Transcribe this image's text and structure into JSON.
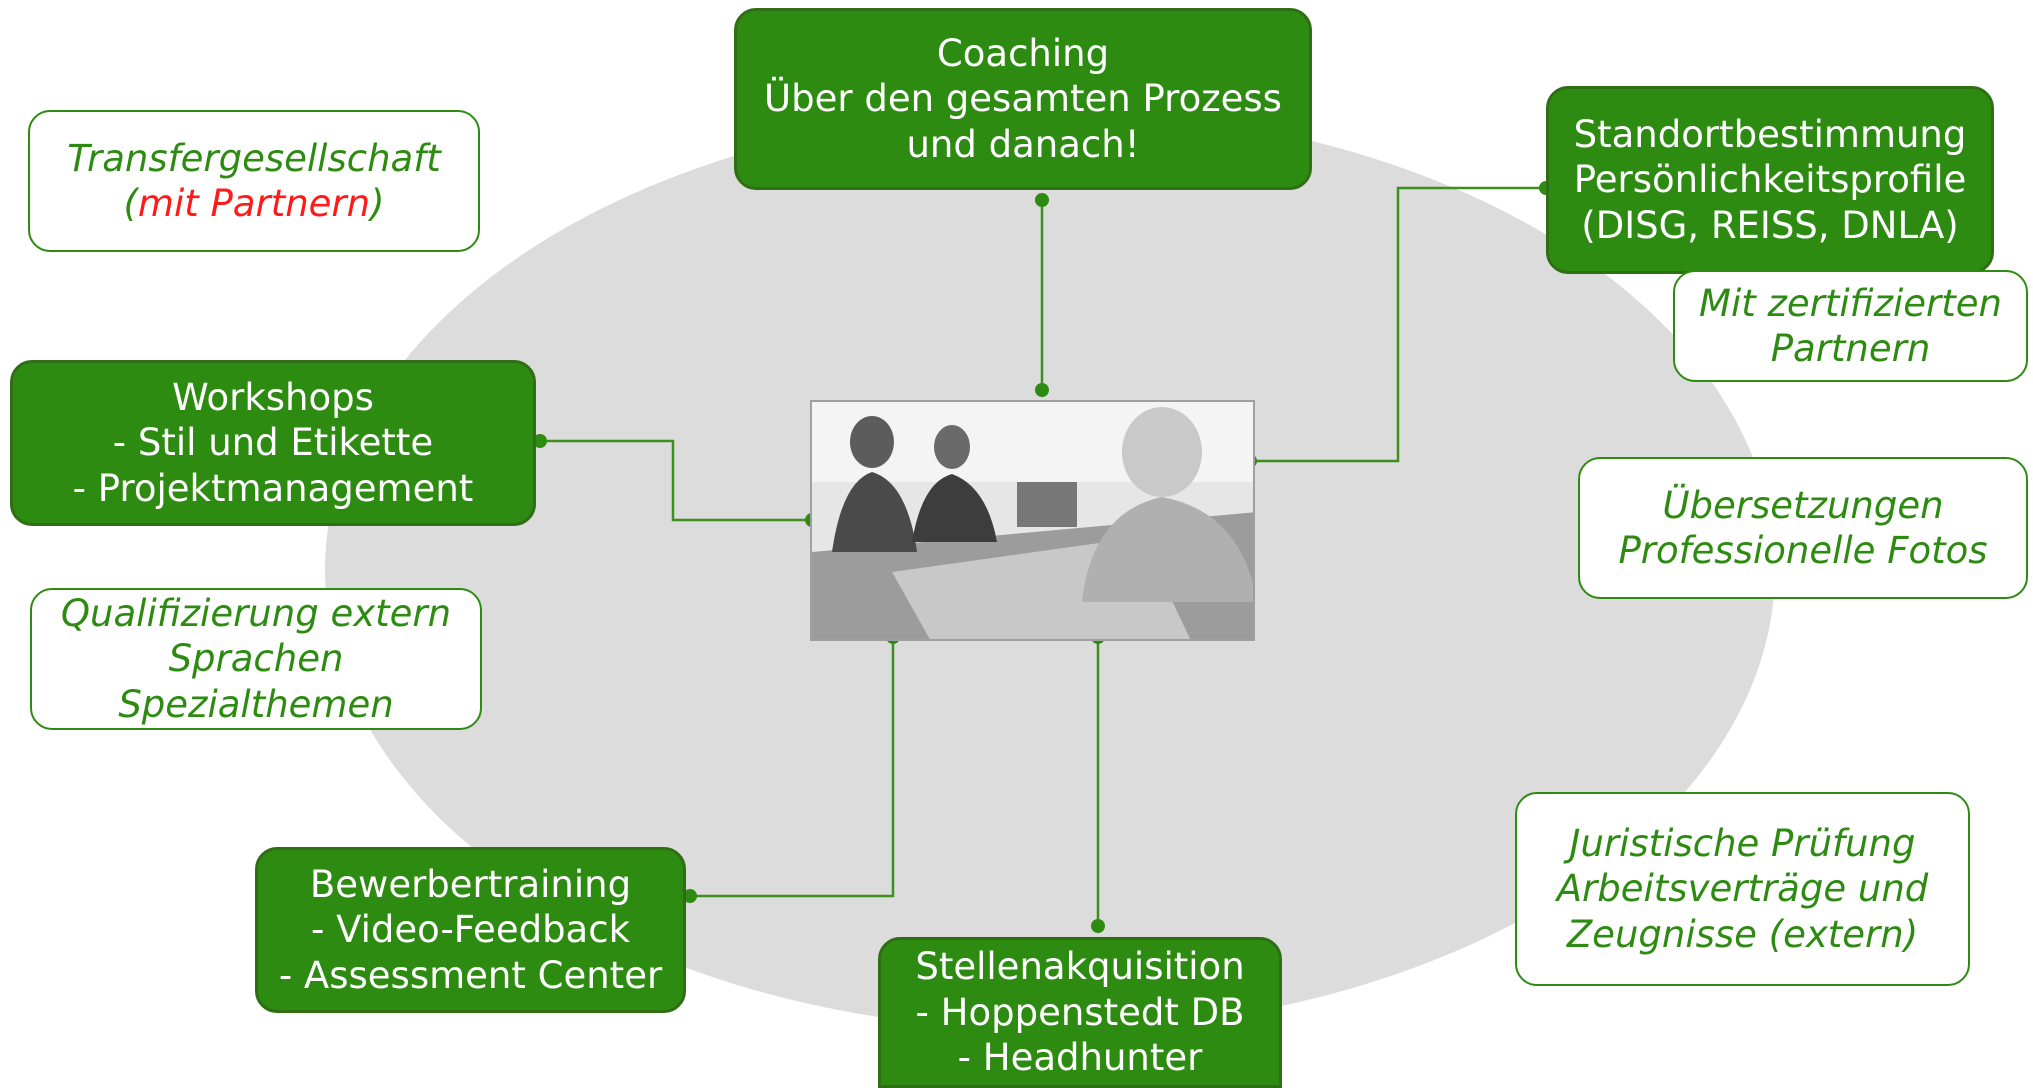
{
  "center_photo": {
    "icon": "business-meeting-photo"
  },
  "boxes": {
    "coaching": [
      "Coaching",
      "Über den gesamten Prozess",
      "und danach!"
    ],
    "standort": [
      "Standortbestimmung",
      "Persönlichkeitsprofile",
      "(DISG, REISS, DNLA)"
    ],
    "workshops": [
      "Workshops",
      "- Stil und Etikette",
      "- Projektmanagement"
    ],
    "bewerber": [
      "Bewerbertraining",
      "- Video-Feedback",
      "- Assessment Center"
    ],
    "stellen": [
      "Stellenakquisition",
      "- Hoppenstedt DB",
      "- Headhunter"
    ],
    "transfer": {
      "main": "Transfergesellschaft",
      "open": "(",
      "partner": "mit Partnern",
      "close": ")"
    },
    "zertifiziert": [
      "Mit zertifizierten",
      "Partnern"
    ],
    "uebersetzungen": [
      "Übersetzungen",
      "Professionelle Fotos"
    ],
    "qualifizierung": [
      "Qualifizierung extern",
      "Sprachen",
      "Spezialthemen"
    ],
    "juristisch": [
      "Juristische Prüfung",
      "Arbeitsverträge und",
      "Zeugnisse (extern)"
    ]
  },
  "colors": {
    "box_fill": "#2e8b12",
    "box_border": "#2f6e14",
    "outline_text": "#2e8b12",
    "accent_red": "#ff1a1a",
    "ellipse": "#dcdcdc",
    "connector": "#3f8f1f"
  }
}
